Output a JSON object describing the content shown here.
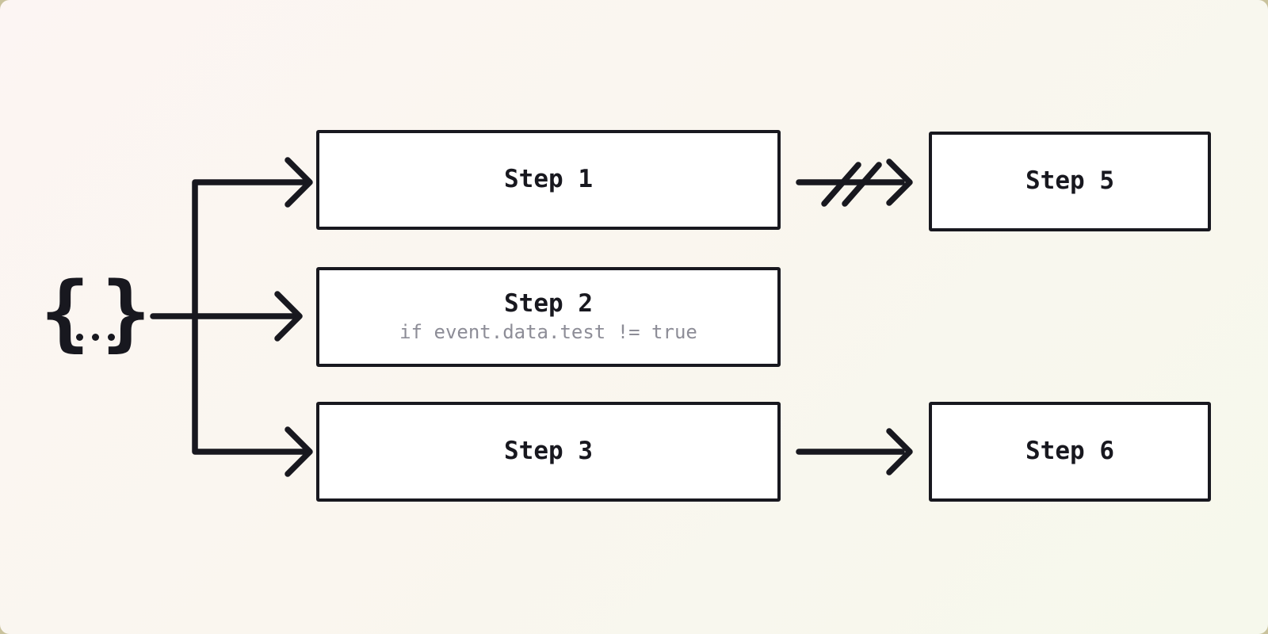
{
  "diagram": {
    "colors": {
      "ink": "#18181f",
      "node_fill": "#ffffff",
      "muted_text": "#8d8d97",
      "canvas_gradient_start": "#fcf5f3",
      "canvas_gradient_end": "#f6f8ec",
      "outside_corner": "#c9c29c"
    },
    "source": {
      "symbol": "{...}",
      "open": "{",
      "close": "}"
    },
    "nodes": [
      {
        "id": "step1",
        "label": "Step 1"
      },
      {
        "id": "step2",
        "label": "Step 2",
        "condition": "if event.data.test != true"
      },
      {
        "id": "step3",
        "label": "Step 3"
      },
      {
        "id": "step5",
        "label": "Step 5"
      },
      {
        "id": "step6",
        "label": "Step 6"
      }
    ],
    "edges": [
      {
        "from": "source",
        "to": "step1",
        "type": "arrow"
      },
      {
        "from": "source",
        "to": "step2",
        "type": "arrow"
      },
      {
        "from": "source",
        "to": "step3",
        "type": "arrow"
      },
      {
        "from": "step1",
        "to": "step5",
        "type": "arrow-cancelled-double-slash"
      },
      {
        "from": "step3",
        "to": "step6",
        "type": "arrow"
      }
    ]
  }
}
